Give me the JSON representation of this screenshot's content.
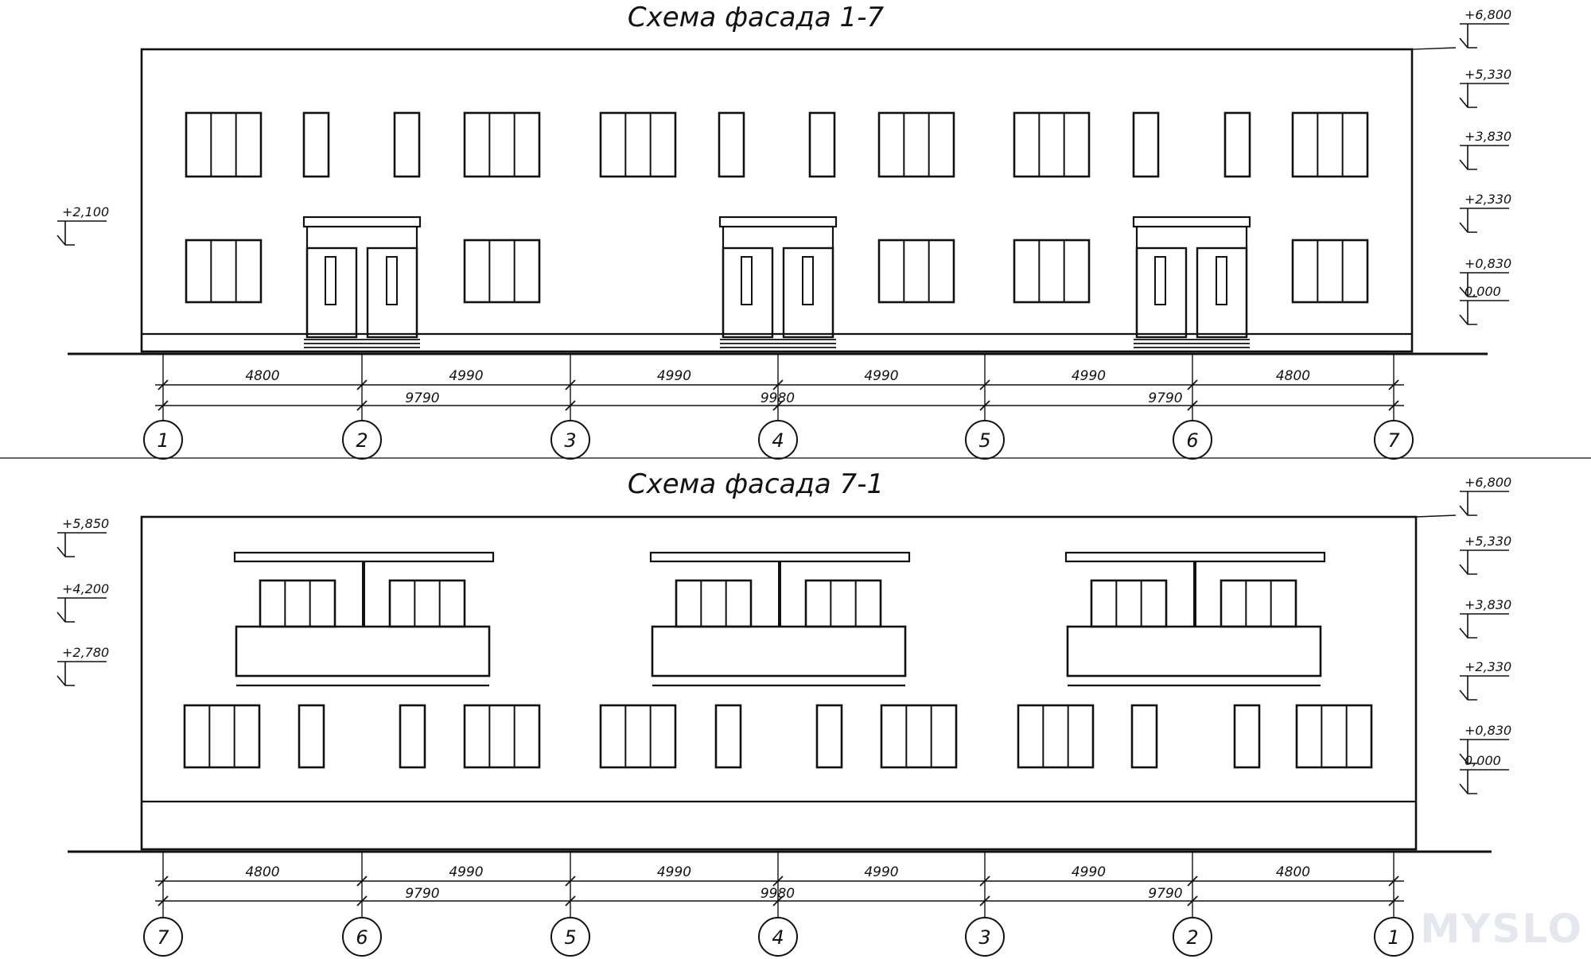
{
  "watermark": "MYSLO",
  "facades": [
    {
      "title": "Схема фасада 1-7",
      "levels_right": [
        "+6,800",
        "+5,330",
        "+3,830",
        "+2,330",
        "+0,830",
        "0,000"
      ],
      "levels_left": [
        "+2,100"
      ],
      "dims_top": [
        "4800",
        "4990",
        "4990",
        "4990",
        "4990",
        "4800"
      ],
      "dims_bottom": [
        "9790",
        "9980",
        "9790"
      ],
      "axes": [
        "1",
        "2",
        "3",
        "4",
        "5",
        "6",
        "7"
      ]
    },
    {
      "title": "Схема фасада 7-1",
      "levels_right": [
        "+6,800",
        "+5,330",
        "+3,830",
        "+2,330",
        "+0,830",
        "0,000"
      ],
      "levels_left": [
        "+5,850",
        "+4,200",
        "+2,780"
      ],
      "dims_top": [
        "4800",
        "4990",
        "4990",
        "4990",
        "4990",
        "4800"
      ],
      "dims_bottom": [
        "9790",
        "9980",
        "9790"
      ],
      "axes": [
        "7",
        "6",
        "5",
        "4",
        "3",
        "2",
        "1"
      ]
    }
  ]
}
